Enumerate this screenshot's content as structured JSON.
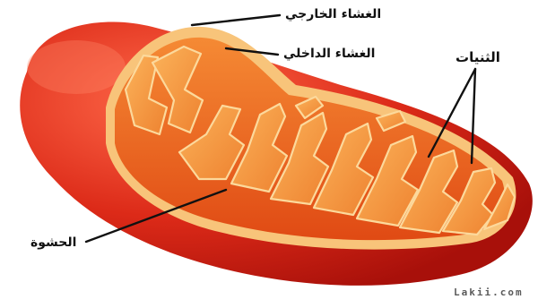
{
  "labels": {
    "outer_membrane": "الغشاء الخارجي",
    "inner_membrane": "الغشاء الداخلي",
    "cristae": "الثنيات",
    "matrix": "الحشوة"
  },
  "watermark": "Lakii.com",
  "colors": {
    "outer_membrane": "#d92a1a",
    "inner_surface": "#f07a28",
    "cristae_fill": "#f5a048",
    "cristae_edge": "#fbd79a",
    "matrix": "#e55a18",
    "leader_line": "#111111"
  }
}
